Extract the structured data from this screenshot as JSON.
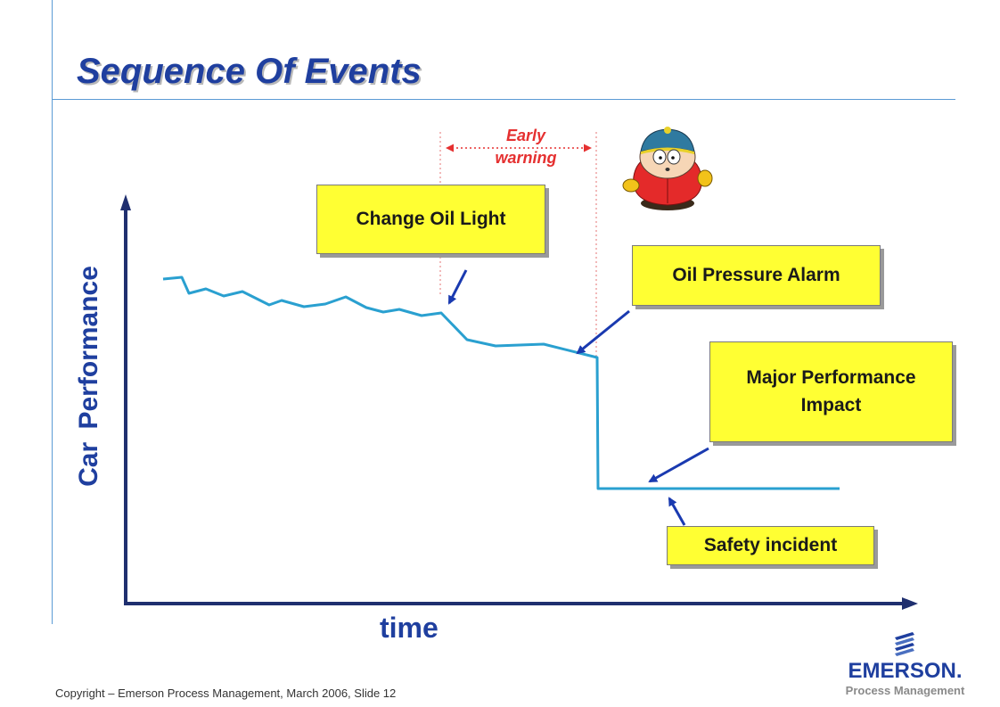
{
  "slide": {
    "title": "Sequence Of Events",
    "footer": "Copyright – Emerson Process Management, March 2006, Slide 12"
  },
  "diagram": {
    "y_axis_label": "Car  Performance",
    "x_axis_label": "time",
    "early_warning": [
      "Early",
      "warning"
    ],
    "callouts": {
      "change_oil_light": [
        "Change Oil Light"
      ],
      "oil_pressure_alarm": [
        "Oil Pressure Alarm"
      ],
      "major_performance_impact": [
        "Major Performance",
        "Impact"
      ],
      "safety_incident": [
        "Safety incident"
      ]
    }
  },
  "logo": {
    "name": "EMERSON.",
    "subtitle": "Process Management"
  },
  "colors": {
    "title": "#1f3f9f",
    "performance_line": "#2aa0d0",
    "arrows": "#1a3ab0",
    "callout_fill": "#ffff33",
    "early_warning": "#e53030"
  },
  "icons": {
    "character": "cartoon-character-icon",
    "logo": "emerson-logo-icon"
  }
}
